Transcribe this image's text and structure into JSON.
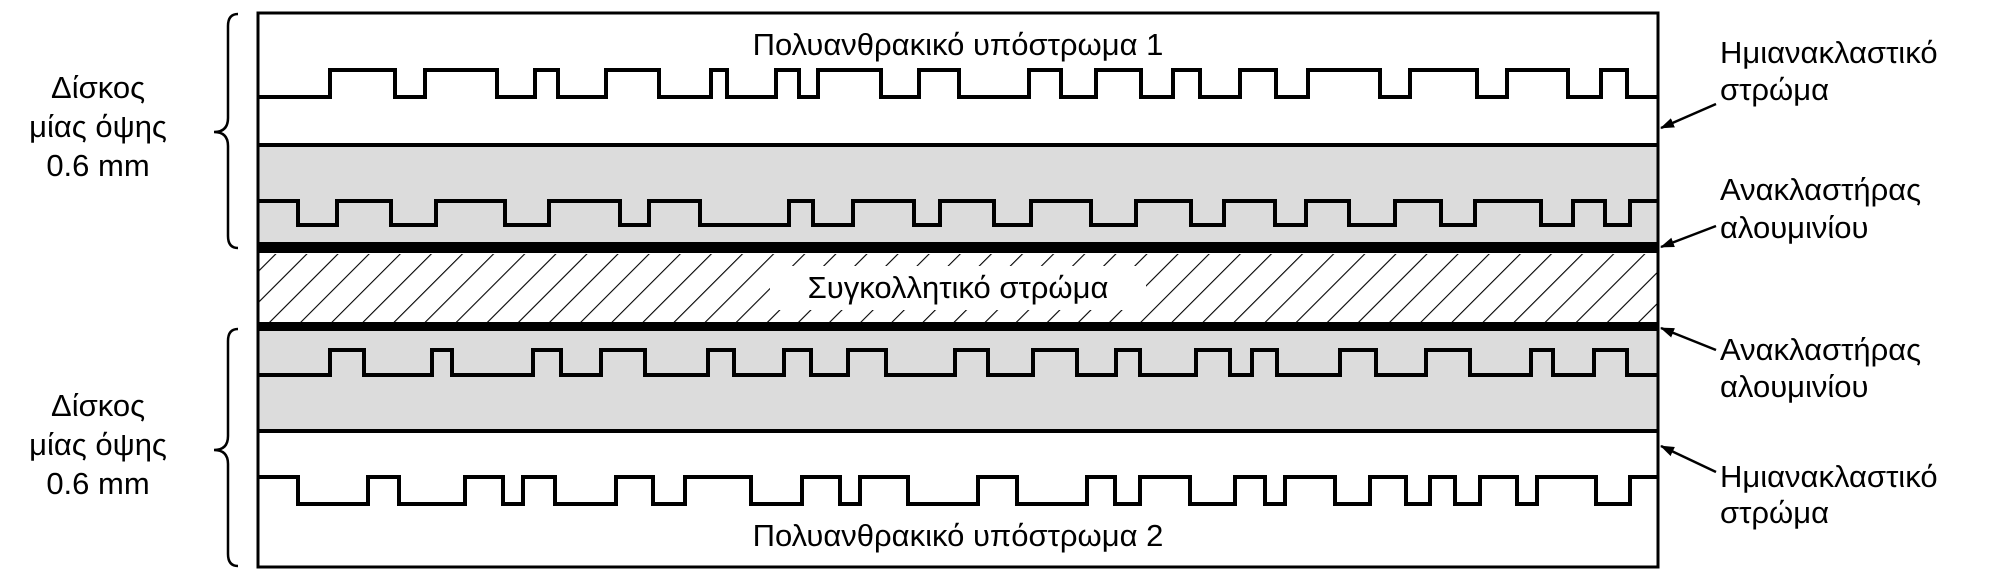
{
  "diagram": {
    "substrate_1_label": "Πολυανθρακικό υπόστρωμα 1",
    "substrate_2_label": "Πολυανθρακικό υπόστρωμα 2",
    "adhesive_label": "Συγκολλητικό στρώμα",
    "disc_top": {
      "line1": "Δίσκος",
      "line2": "μίας όψης",
      "line3": "0.6 mm"
    },
    "disc_bottom": {
      "line1": "Δίσκος",
      "line2": "μίας όψης",
      "line3": "0.6 mm"
    },
    "semi_reflective_top": {
      "line1": "Ημιανακλαστικό",
      "line2": "στρώμα"
    },
    "aluminum_top": {
      "line1": "Ανακλαστήρας",
      "line2": "αλουμινίου"
    },
    "aluminum_bottom": {
      "line1": "Ανακλαστήρας",
      "line2": "αλουμινίου"
    },
    "semi_reflective_bottom": {
      "line1": "Ημιανακλαστικό",
      "line2": "στρώμα"
    },
    "colors": {
      "outline": "#000000",
      "dye_layer_fill": "#dcdcdc",
      "background": "#ffffff"
    }
  }
}
